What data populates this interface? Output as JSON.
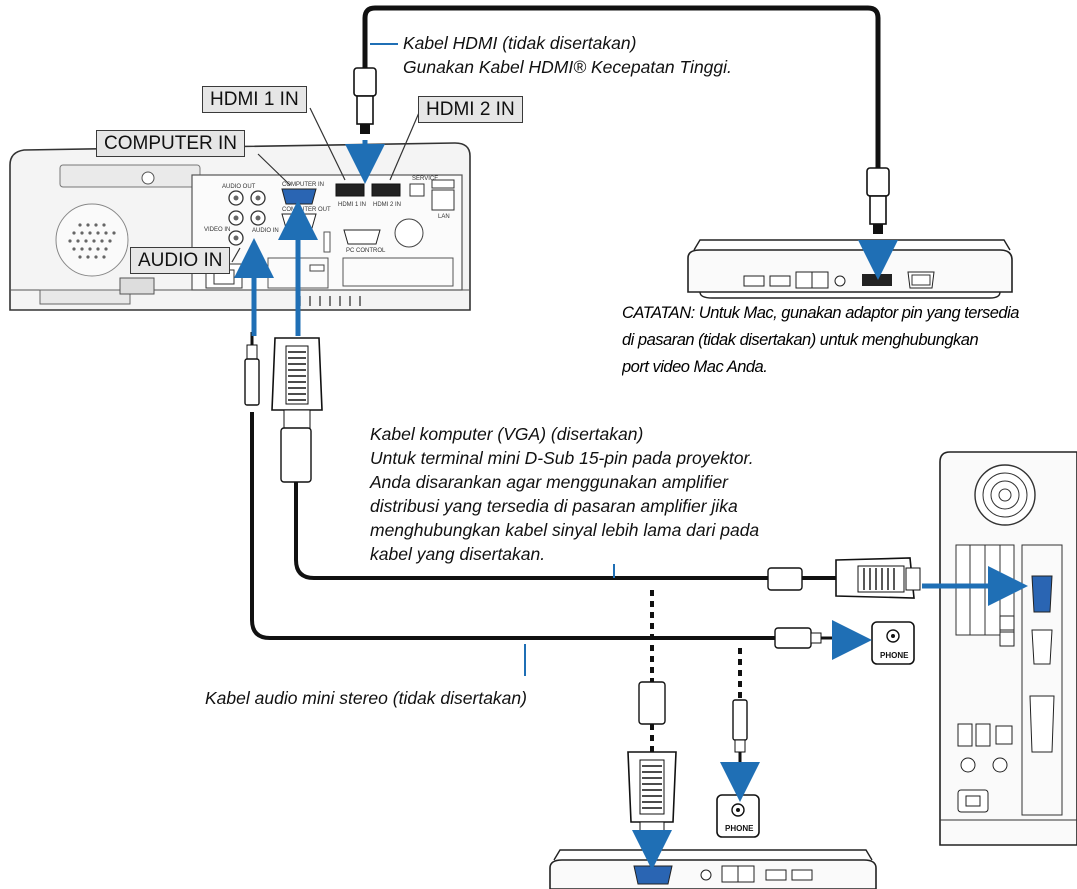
{
  "port_labels": {
    "hdmi1": "HDMI 1 IN",
    "hdmi2": "HDMI 2 IN",
    "computer_in": "COMPUTER IN",
    "audio_in": "AUDIO IN"
  },
  "captions": {
    "hdmi_cable_line1": "Kabel HDMI (tidak disertakan)",
    "hdmi_cable_line2": "Gunakan Kabel HDMI® Kecepatan Tinggi.",
    "vga_cable_line1": "Kabel komputer (VGA) (disertakan)",
    "vga_cable_line2": "Untuk terminal mini D-Sub 15-pin pada proyektor.",
    "vga_cable_line3": "Anda disarankan agar menggunakan amplifier",
    "vga_cable_line4": "distribusi yang tersedia di pasaran amplifier jika",
    "vga_cable_line5": "menghubungkan kabel sinyal lebih lama dari pada",
    "vga_cable_line6": "kabel yang disertakan.",
    "audio_cable": "Kabel audio mini stereo (tidak disertakan)"
  },
  "note": {
    "line1": "CATATAN: Untuk Mac, gunakan adaptor pin yang tersedia",
    "line2": "di pasaran (tidak disertakan) untuk menghubungkan",
    "line3": "port video Mac Anda."
  },
  "device_text": {
    "phone": "PHONE",
    "projector_hdmi1": "HDMI 1 IN",
    "projector_hdmi2": "HDMI 2 IN",
    "projector_lan": "LAN",
    "projector_pc_control": "PC CONTROL",
    "projector_audio_out": "AUDIO OUT",
    "projector_computer_in": "COMPUTER IN",
    "projector_computer_out": "COMPUTER OUT",
    "projector_video_in": "VIDEO IN",
    "projector_audio_in": "AUDIO IN",
    "projector_service": "SERVICE"
  },
  "colors": {
    "arrow": "#1f6fb5",
    "cable": "#111111",
    "label_fill": "#e6e6e6"
  }
}
